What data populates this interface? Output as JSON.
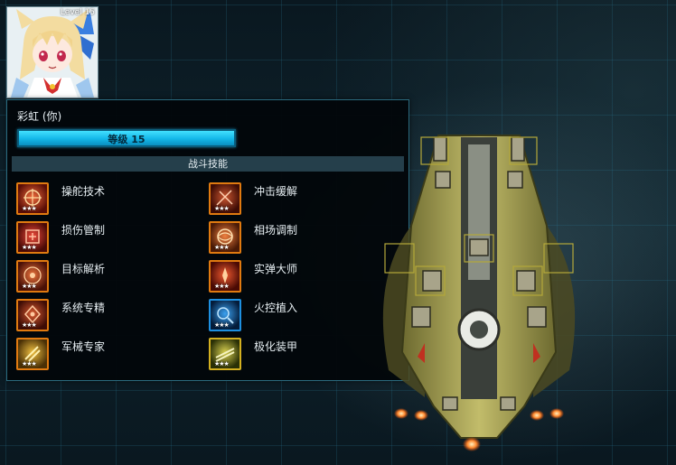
{
  "avatar": {
    "level_label": "Level 15"
  },
  "player": {
    "name": "彩虹 (你)",
    "level_text": "等级 15"
  },
  "section": {
    "title": "战斗技能"
  },
  "skills": [
    {
      "label": "操舵技术",
      "color": "#c0301f"
    },
    {
      "label": "冲击缓解",
      "color": "#b53a1c"
    },
    {
      "label": "损伤管制",
      "color": "#c72a1a"
    },
    {
      "label": "相场调制",
      "color": "#c6561f"
    },
    {
      "label": "目标解析",
      "color": "#b8421a"
    },
    {
      "label": "实弹大师",
      "color": "#c73a14"
    },
    {
      "label": "系统专精",
      "color": "#a4391a"
    },
    {
      "label": "火控植入",
      "color": "#1a6ab5"
    },
    {
      "label": "军械专家",
      "color": "#c49a20"
    },
    {
      "label": "极化装甲",
      "color": "#b6b030"
    }
  ]
}
